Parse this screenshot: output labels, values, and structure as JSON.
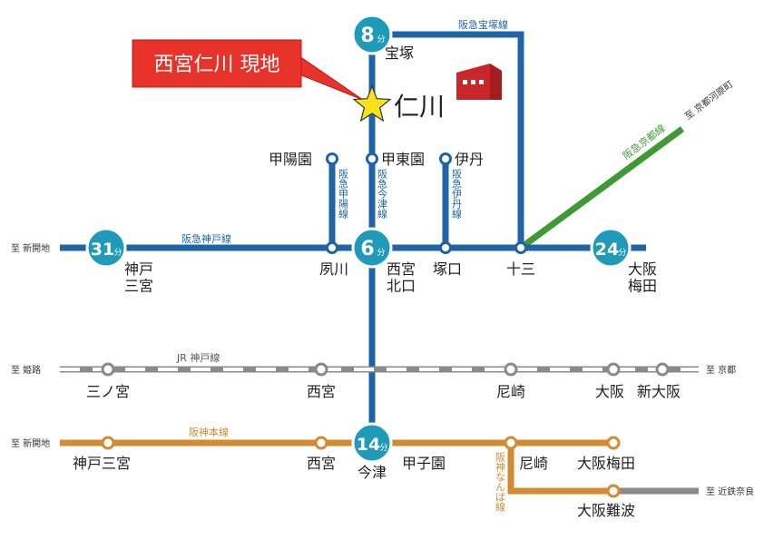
{
  "callout": {
    "text": "西宮仁川 現地"
  },
  "site": {
    "name": "仁川"
  },
  "lines": {
    "hankyu_takarazuka": "阪急宝塚線",
    "hankyu_kyoto": "阪急京都線",
    "hankyu_kobe": "阪急神戸線",
    "hankyu_koyoen": "阪急甲陽線",
    "hankyu_imazu": "阪急今津線",
    "hankyu_itami": "阪急伊丹線",
    "jr_kobe": "JR 神戸線",
    "hanshin_main": "阪神本線",
    "hanshin_namba": "阪神なんば線"
  },
  "terminals": {
    "kawaramachi": "至 京都河原町",
    "shinkaichi_hankyu": "至 新開地",
    "himeji": "至 姫路",
    "kyoto": "至 京都",
    "shinkaichi_hanshin": "至 新開地",
    "kintetsu_nara": "至 近鉄奈良"
  },
  "stations": {
    "takarazuka": "宝塚",
    "koyoen": "甲陽園",
    "kotoen": "甲東園",
    "itami": "伊丹",
    "kobe_sannomiya_hankyu": "神戸\n三宮",
    "shukugawa": "夙川",
    "nishinomiya_kitaguchi": "西宮\n北口",
    "tsukaguchi": "塚口",
    "juso": "十三",
    "osaka_umeda_hankyu": "大阪\n梅田",
    "sannomiya_jr": "三ノ宮",
    "nishinomiya_jr": "西宮",
    "amagasaki_jr": "尼崎",
    "osaka_jr": "大阪",
    "shin_osaka": "新大阪",
    "kobe_sannomiya_hanshin": "神戸三宮",
    "nishinomiya_hanshin": "西宮",
    "imazu": "今津",
    "koshien": "甲子園",
    "amagasaki_hanshin": "尼崎",
    "osaka_umeda_hanshin": "大阪梅田",
    "osaka_namba": "大阪難波"
  },
  "badges": [
    {
      "id": "takarazuka",
      "value": "8",
      "unit": "分"
    },
    {
      "id": "kobe_sannomiya",
      "value": "31",
      "unit": "分"
    },
    {
      "id": "nishinomiya_kitaguchi",
      "value": "6",
      "unit": "分"
    },
    {
      "id": "osaka_umeda",
      "value": "24",
      "unit": "分"
    },
    {
      "id": "imazu",
      "value": "14",
      "unit": "分"
    }
  ],
  "colors": {
    "hankyu": "#1f63a8",
    "kyoto_line": "#3f9a35",
    "jr": "#8a8a8a",
    "hanshin": "#d38a30",
    "badge": "#1f9ab8",
    "callout": "#e8332a",
    "site_building": "#c8262a",
    "star": "#f7e21a"
  }
}
